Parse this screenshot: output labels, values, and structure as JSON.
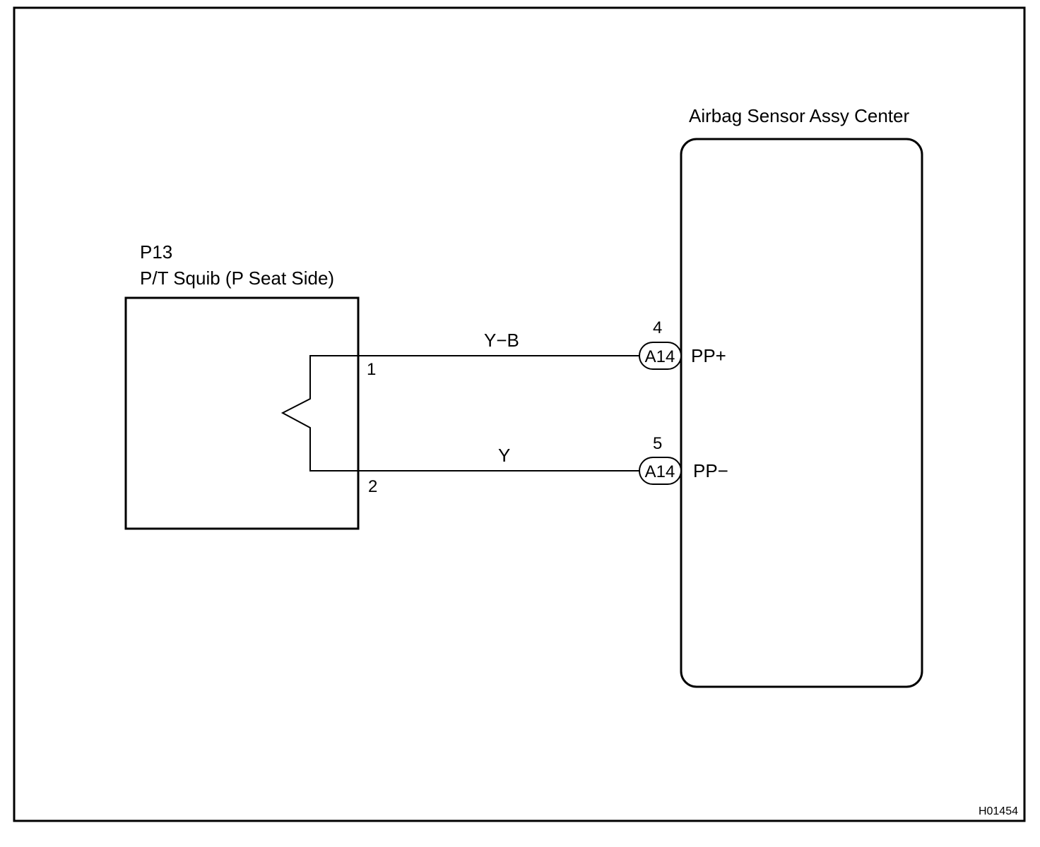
{
  "diagram_code": "H01454",
  "squib": {
    "connector_id": "P13",
    "name": "P/T Squib (P Seat Side)",
    "pins": [
      "1",
      "2"
    ]
  },
  "sensor": {
    "name": "Airbag Sensor Assy Center",
    "terminals": [
      {
        "connector": "A14",
        "pin": "4",
        "label": "PP+"
      },
      {
        "connector": "A14",
        "pin": "5",
        "label": "PP−"
      }
    ]
  },
  "wires": [
    {
      "color_code": "Y−B"
    },
    {
      "color_code": "Y"
    }
  ],
  "colors": {
    "line": "#000000",
    "background": "#ffffff"
  }
}
